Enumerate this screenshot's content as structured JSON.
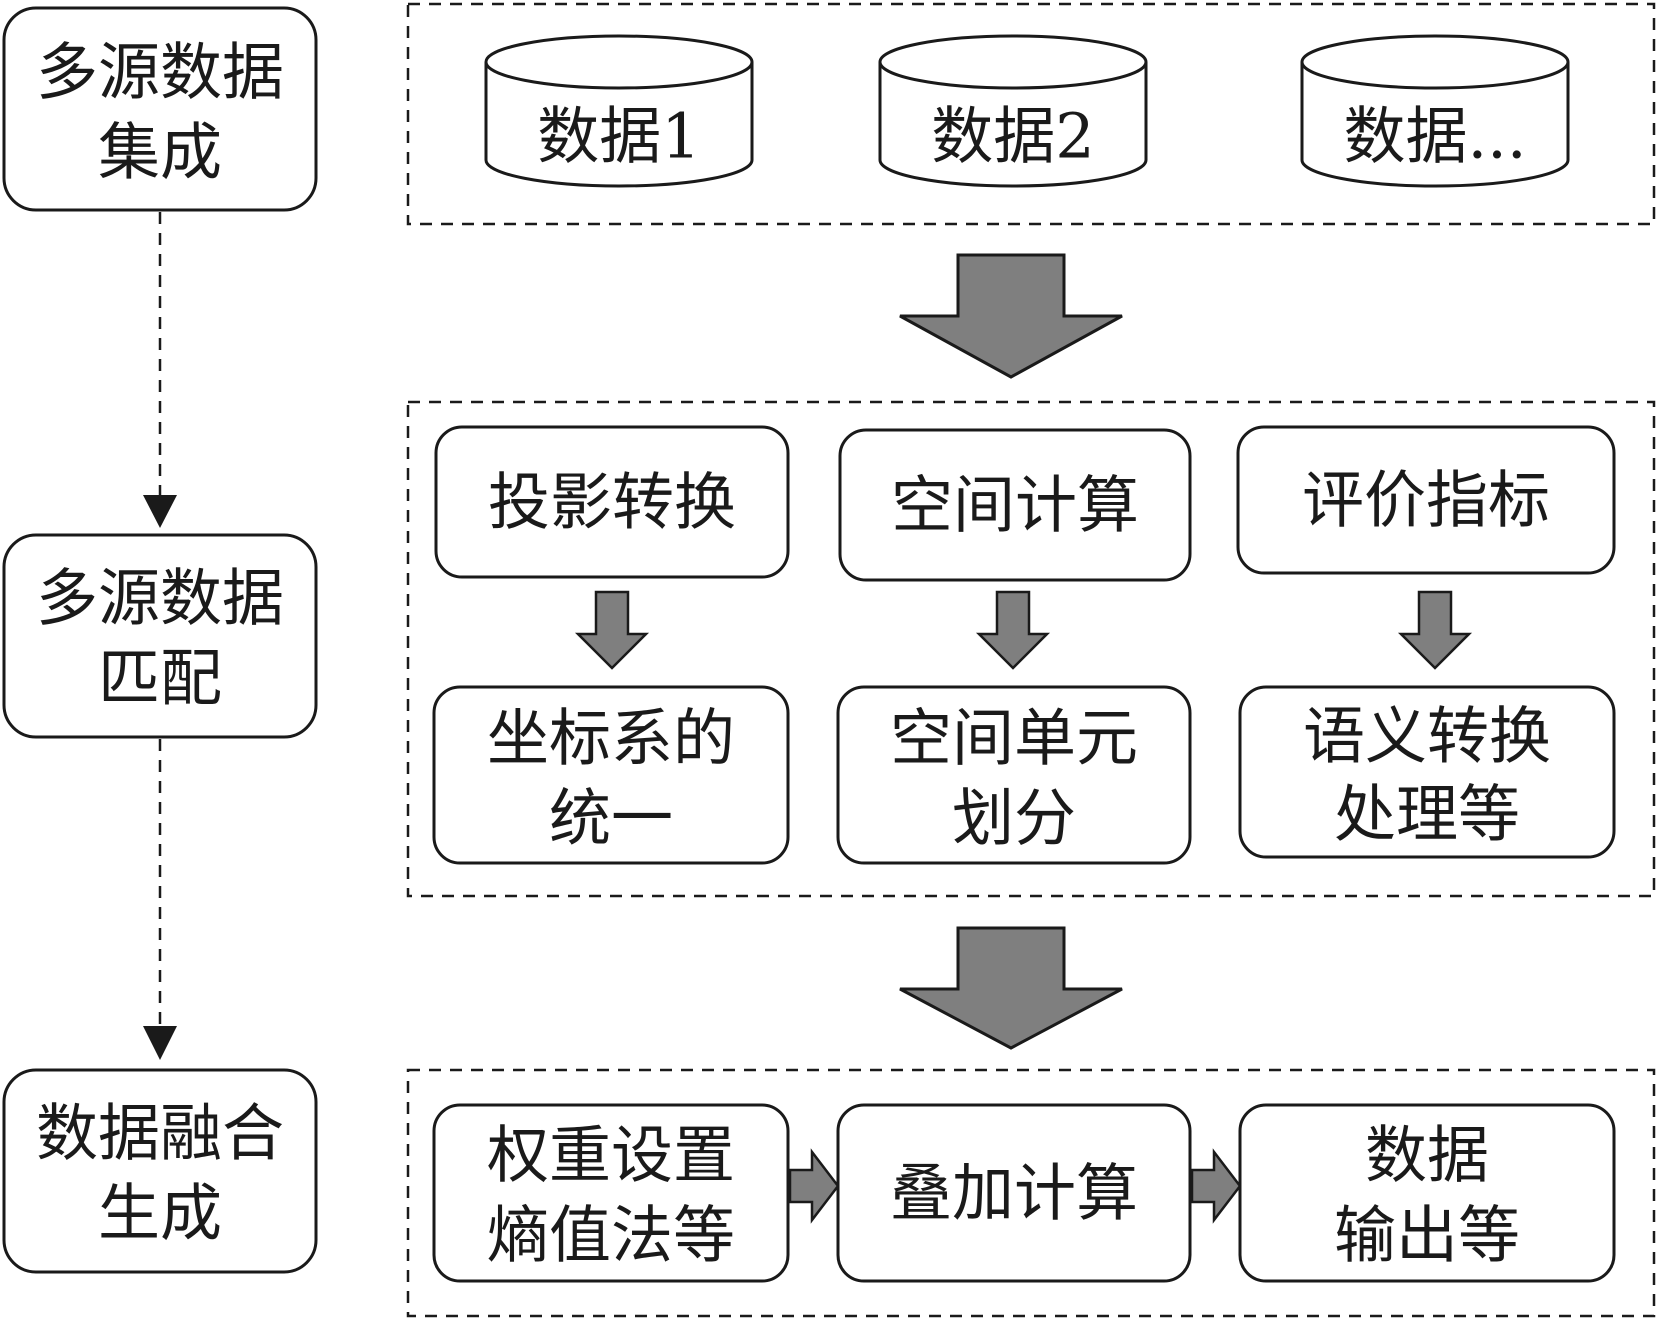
{
  "stages": [
    {
      "id": "integration",
      "lines": [
        "多源数据",
        "集成"
      ]
    },
    {
      "id": "matching",
      "lines": [
        "多源数据",
        "匹配"
      ]
    },
    {
      "id": "fusion",
      "lines": [
        "数据融合",
        "生成"
      ]
    }
  ],
  "databases": [
    "数据1",
    "数据2",
    "数据..."
  ],
  "matching_steps": [
    {
      "id": "projection",
      "top": [
        "投影转换"
      ],
      "bottom": [
        "坐标系的",
        "统一"
      ]
    },
    {
      "id": "spatial",
      "top": [
        "空间计算"
      ],
      "bottom": [
        "空间单元",
        "划分"
      ]
    },
    {
      "id": "semantic",
      "top": [
        "评价指标"
      ],
      "bottom": [
        "语义转换",
        "处理等"
      ]
    }
  ],
  "fusion_steps": [
    {
      "id": "weighting",
      "lines": [
        "权重设置",
        "熵值法等"
      ]
    },
    {
      "id": "overlay",
      "lines": [
        "叠加计算"
      ]
    },
    {
      "id": "output",
      "lines": [
        "数据",
        "输出等"
      ]
    }
  ],
  "colors": {
    "arrow_fill": "#7f7f7f",
    "stroke": "#1a1a1a",
    "background": "#ffffff"
  }
}
